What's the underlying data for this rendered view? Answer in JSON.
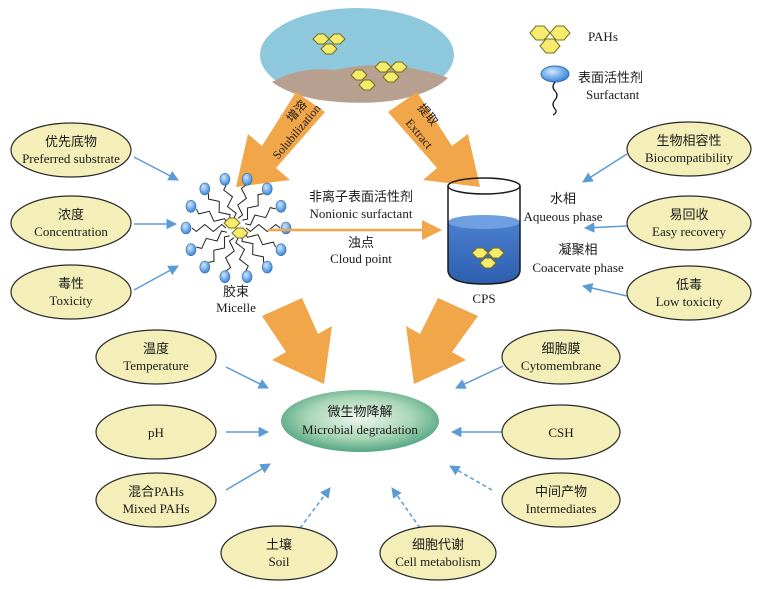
{
  "legend": {
    "pahs": "PAHs",
    "surfactant_zh": "表面活性剂",
    "surfactant_en": "Surfactant"
  },
  "top_arrows": {
    "solubilization_zh": "增溶",
    "solubilization_en": "Solubilization",
    "extract_zh": "提取",
    "extract_en": "Extract"
  },
  "middle": {
    "nonionic_zh": "非离子表面活性剂",
    "nonionic_en": "Nonionic surfactant",
    "cloud_zh": "浊点",
    "cloud_en": "Cloud point",
    "micelle_zh": "胶束",
    "micelle_en": "Micelle",
    "aqueous_zh": "水相",
    "aqueous_en": "Aqueous phase",
    "coacervate_zh": "凝聚相",
    "coacervate_en": "Coacervate phase",
    "cps": "CPS"
  },
  "left_ovals": [
    {
      "zh": "优先底物",
      "en": "Preferred substrate"
    },
    {
      "zh": "浓度",
      "en": "Concentration"
    },
    {
      "zh": "毒性",
      "en": "Toxicity"
    }
  ],
  "right_ovals": [
    {
      "zh": "生物相容性",
      "en": "Biocompatibility"
    },
    {
      "zh": "易回收",
      "en": "Easy recovery"
    },
    {
      "zh": "低毒",
      "en": "Low toxicity"
    }
  ],
  "bottom_left_ovals": [
    {
      "zh": "温度",
      "en": "Temperature"
    },
    {
      "zh": "",
      "en": "pH"
    },
    {
      "zh": "混合PAHs",
      "en": "Mixed PAHs"
    }
  ],
  "bottom_right_ovals": [
    {
      "zh": "细胞膜",
      "en": "Cytomembrane"
    },
    {
      "zh": "",
      "en": "CSH"
    },
    {
      "zh": "中间产物",
      "en": "Intermediates"
    }
  ],
  "bottom_ovals": [
    {
      "zh": "土壤",
      "en": "Soil"
    },
    {
      "zh": "细胞代谢",
      "en": "Cell metabolism"
    }
  ],
  "center": {
    "zh": "微生物降解",
    "en": "Microbial degradation"
  },
  "colors": {
    "oval_fill": "#f4efb8",
    "oval_stroke": "#2a2a2a",
    "orange_arrow": "#f2a64a",
    "blue_arrow": "#5b9bd5",
    "water": "#8ec8dc",
    "hexagon": "#f5ec6e"
  }
}
